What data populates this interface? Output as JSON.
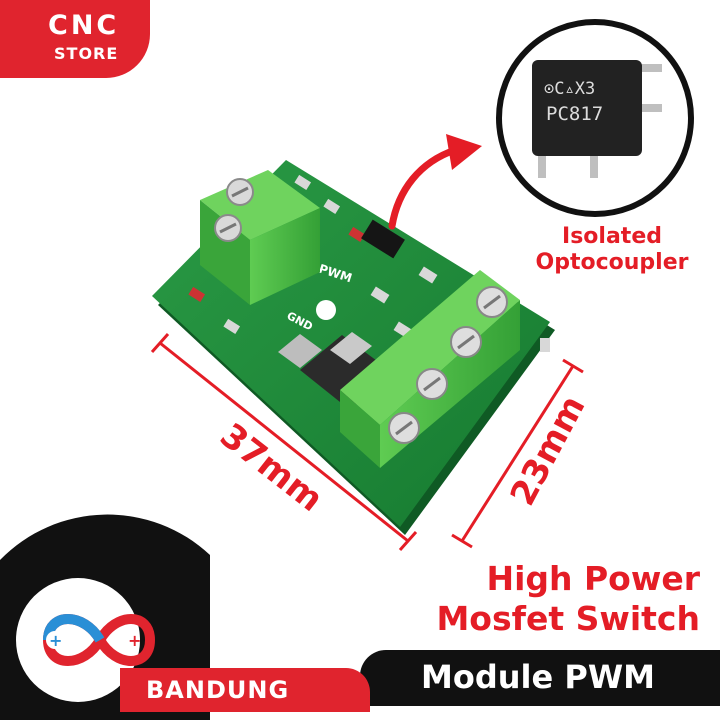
{
  "store": {
    "line1": "CNC",
    "line2": "STORE"
  },
  "optocoupler": {
    "chip_text_top": "⊙C▵X3",
    "chip_text_bottom": "PC817",
    "caption_line1": "Isolated",
    "caption_line2": "Optocoupler"
  },
  "board": {
    "silk_pwm": "PWM",
    "silk_gnd": "GND"
  },
  "dimensions": {
    "length": "37mm",
    "width": "23mm"
  },
  "headline": {
    "line1": "High Power",
    "line2": "Mosfet Switch"
  },
  "footer": {
    "title": "Module PWM",
    "city": "BANDUNG"
  },
  "colors": {
    "brand_red": "#e0242e",
    "board_green": "#1f8a3a",
    "terminal_green": "#4cbc44",
    "dark": "#111111"
  }
}
